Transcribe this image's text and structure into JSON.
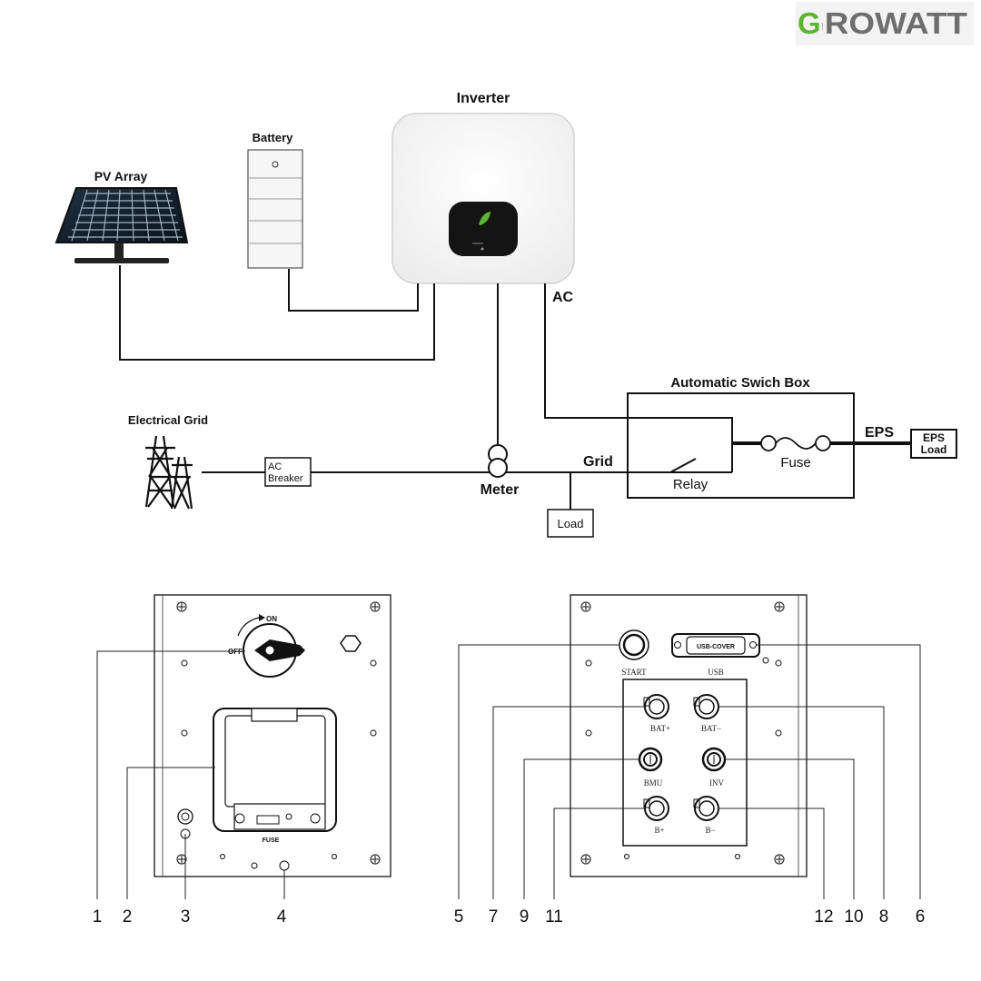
{
  "brand": {
    "name": "GROWATT",
    "accent": "#5cb531",
    "text_color": "#6e6e6e"
  },
  "system": {
    "pv_array": "PV Array",
    "battery": "Battery",
    "inverter": "Inverter",
    "ac": "AC",
    "electrical_grid": "Electrical Grid",
    "ac_breaker_line1": "AC",
    "ac_breaker_line2": "Breaker",
    "meter": "Meter",
    "grid": "Grid",
    "load": "Load",
    "switch_box": "Automatic  Swich Box",
    "relay": "Relay",
    "fuse": "Fuse",
    "eps": "EPS",
    "eps_load_line1": "EPS",
    "eps_load_line2": "Load"
  },
  "left_panel": {
    "on": "ON",
    "off": "OFF",
    "fuse": "FUSE",
    "callouts": [
      "1",
      "2",
      "3",
      "4"
    ]
  },
  "right_panel": {
    "start": "START",
    "usb": "USB",
    "usb_cover": "USB-COVER",
    "bat_plus": "BAT+",
    "bat_minus": "BAT−",
    "bmu": "BMU",
    "inv": "INV",
    "b_plus": "B+",
    "b_minus": "B−",
    "callouts": [
      "5",
      "7",
      "9",
      "11",
      "12",
      "10",
      "8",
      "6"
    ]
  }
}
